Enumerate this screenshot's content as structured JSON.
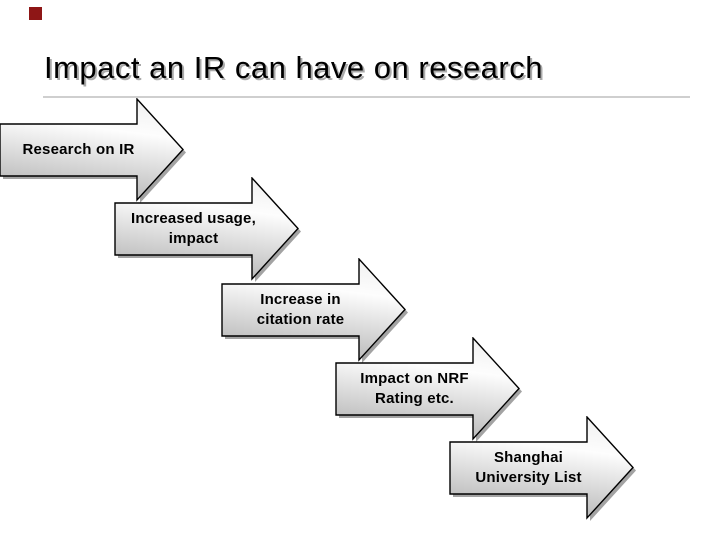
{
  "slide": {
    "title": "Impact an IR can have on research",
    "arrows": [
      {
        "label": "Research on IR"
      },
      {
        "label": "Increased usage,\nimpact"
      },
      {
        "label": "Increase in\ncitation rate"
      },
      {
        "label": "Impact on NRF\nRating etc."
      },
      {
        "label": "Shanghai\nUniversity List"
      }
    ],
    "colors": {
      "background": "#ffffff",
      "accent_square": "#8e1616",
      "title_text": "#000000",
      "title_shadow": "#aaaaaa",
      "divider": "#cfcfcf",
      "arrow_border": "#000000",
      "arrow_gradient_light": "#ffffff",
      "arrow_gradient_dark": "#b1b1b1",
      "arrow_shadow": "#a3a3a3",
      "arrow_text": "#000000"
    }
  }
}
